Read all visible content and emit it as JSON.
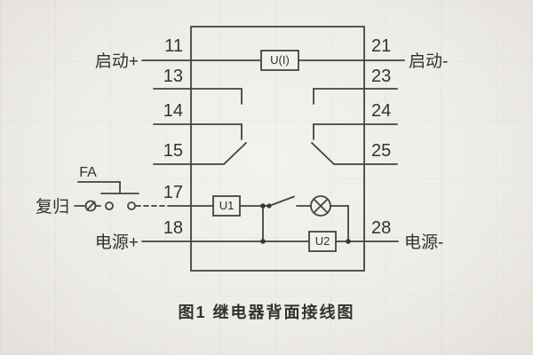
{
  "caption": "图1  继电器背面接线图",
  "labels": {
    "qidong_plus": "启动+",
    "qidong_minus": "启动-",
    "fugui": "复归",
    "fa": "FA",
    "dianyuan_plus": "电源+",
    "dianyuan_minus": "电源-"
  },
  "terminals": {
    "left": [
      "11",
      "13",
      "14",
      "15",
      "17",
      "18"
    ],
    "right": [
      "21",
      "23",
      "24",
      "25",
      "28"
    ]
  },
  "components": {
    "ui": "U(I)",
    "u1": "U1",
    "u2": "U2"
  },
  "colors": {
    "ink": "#45433f",
    "paper": "#f1efeb"
  }
}
